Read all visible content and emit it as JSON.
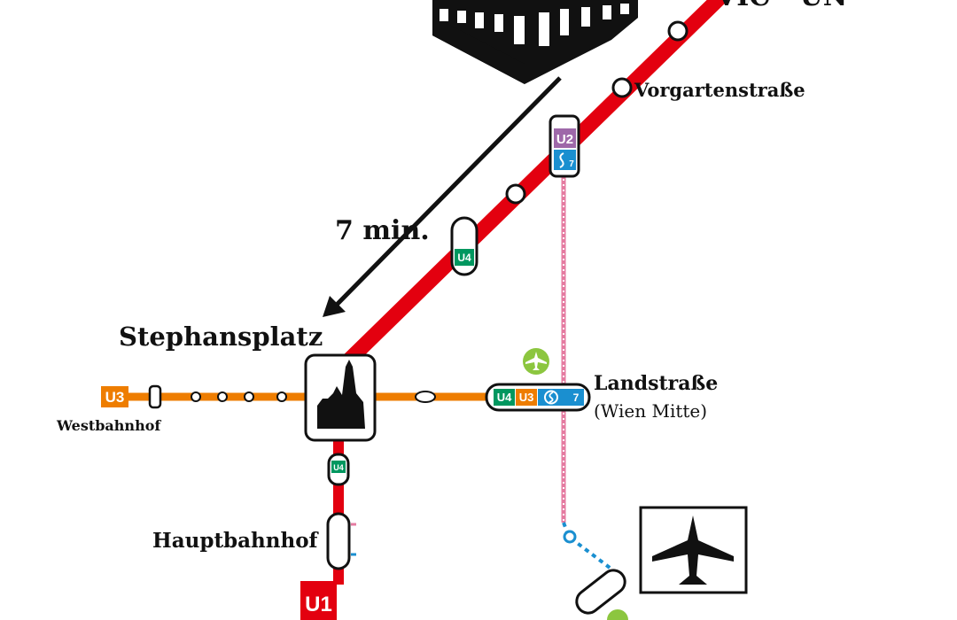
{
  "lines": {
    "u1": {
      "label": "U1",
      "color": "#e3000f"
    },
    "u2": {
      "label": "U2",
      "color": "#9e68a9"
    },
    "u3": {
      "label": "U3",
      "color": "#ee7d00"
    },
    "u4": {
      "label": "U4",
      "color": "#00975f"
    },
    "s7": {
      "label": "7",
      "color": "#1a8fd0"
    },
    "cat": {
      "color": "#e57ba1"
    }
  },
  "stations": {
    "stephansplatz": {
      "name": "Stephansplatz"
    },
    "westbahnhof": {
      "name": "Westbahnhof"
    },
    "hauptbahnhof": {
      "name": "Hauptbahnhof"
    },
    "landstrasse": {
      "name": "Landstraße",
      "sub": "(Wien Mitte)"
    },
    "vorgartenstrasse": {
      "name": "Vorgartenstraße"
    },
    "vic_un": {
      "name": "VIC - UN"
    }
  },
  "annotations": {
    "travel_time": "7 min."
  },
  "icons": {
    "cathedral": "cathedral-icon",
    "building": "vienna-international-centre-icon",
    "airport": "airport-icon",
    "airport_small": "airport-small-icon",
    "sbahn": "s-bahn-icon"
  }
}
